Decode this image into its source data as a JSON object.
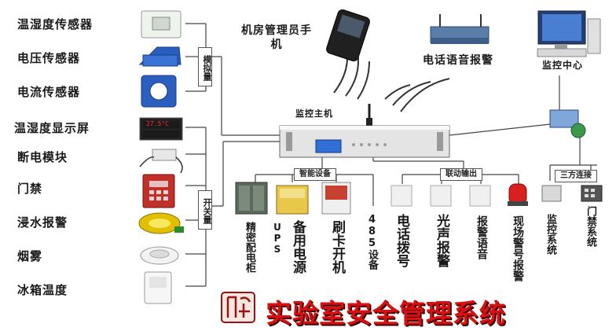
{
  "left_sensors": [
    "温湿度传感器",
    "电压传感器",
    "电流传感器",
    "温湿度显示屏",
    "断电模块",
    "门禁",
    "浸水报警",
    "烟雾",
    "冰箱温度"
  ],
  "group_analog": "模拟量",
  "group_switch": "开关量",
  "admin_phone": "机房管理员手机",
  "voice_alarm": "电话语音报警",
  "monitor_center": "监控中心",
  "host": "监控主机",
  "smart_equipment": "智能设备",
  "linkage_output": "联动输出",
  "three_way": "三方连接",
  "smart_items": [
    "精密配电柜",
    "UPS",
    "备用电源",
    "刷卡开机",
    "485设备"
  ],
  "linkage_items": [
    "电话拨号",
    "光声报警",
    "报警语音",
    "现场警号报警"
  ],
  "three_items": [
    "监控系统",
    "门禁系统"
  ],
  "display_readout": "27.5°C",
  "page_title": "实验室安全管理系统",
  "colors": {
    "title_red": "#d81010",
    "line": "#444444",
    "device_gray": "#c9c9c9"
  }
}
